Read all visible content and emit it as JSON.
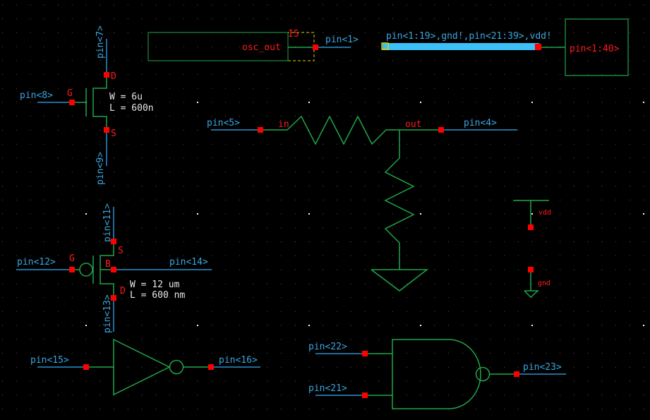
{
  "app": {
    "type": "schematic-editor-canvas"
  },
  "colors": {
    "background": "#000000",
    "wire": "#2a8fd0",
    "symbol": "#1fa64a",
    "pin_label": "#3aa6e0",
    "terminal": "#ff0000",
    "parameter_text": "#e6e6e6",
    "bus": "#3cc0f5",
    "selection": "#e0d000"
  },
  "nmos": {
    "drain_pin": "pin<7>",
    "gate_pin": "pin<8>",
    "source_pin": "pin<9>",
    "gate_term": "G",
    "drain_term": "D",
    "source_term": "S",
    "w_param": "W = 6u",
    "l_param": "L = 600n"
  },
  "pmos": {
    "source_pin": "pin<11>",
    "gate_pin": "pin<12>",
    "drain_pin": "pin<13>",
    "bulk_pin": "pin<14>",
    "gate_term": "G",
    "source_term": "S",
    "bulk_term": "B",
    "drain_term": "D",
    "w_param": "W = 12 um",
    "l_param": "L = 600 nm"
  },
  "instance": {
    "name": "I5",
    "port": "osc_out",
    "pin": "pin<1>"
  },
  "bus": {
    "label": "pin<1:19>,gnd!,pin<21:39>,vdd!",
    "block_label": "pin<1:40>"
  },
  "resistor_net": {
    "in_pin": "pin<5>",
    "out_pin": "pin<4>",
    "in_term": "in",
    "out_term": "out"
  },
  "supplies": {
    "vdd_label": "vdd",
    "gnd_label": "gnd"
  },
  "inverter": {
    "in_pin": "pin<15>",
    "out_pin": "pin<16>"
  },
  "nand": {
    "in_a_pin": "pin<22>",
    "in_b_pin": "pin<21>",
    "out_pin": "pin<23>"
  }
}
